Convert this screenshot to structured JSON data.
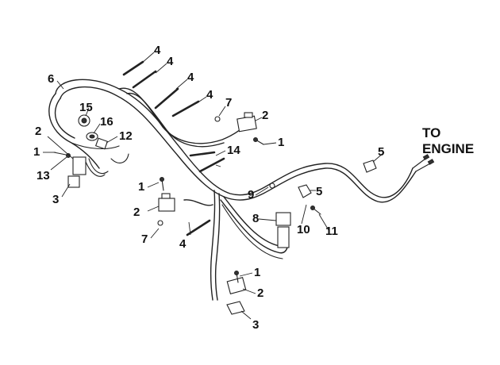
{
  "destination": {
    "line1": "TO",
    "line2": "ENGINE"
  },
  "callouts": [
    "1",
    "2",
    "3",
    "4",
    "5",
    "6",
    "7",
    "8",
    "9",
    "10",
    "11",
    "12",
    "13",
    "14",
    "15",
    "16"
  ]
}
